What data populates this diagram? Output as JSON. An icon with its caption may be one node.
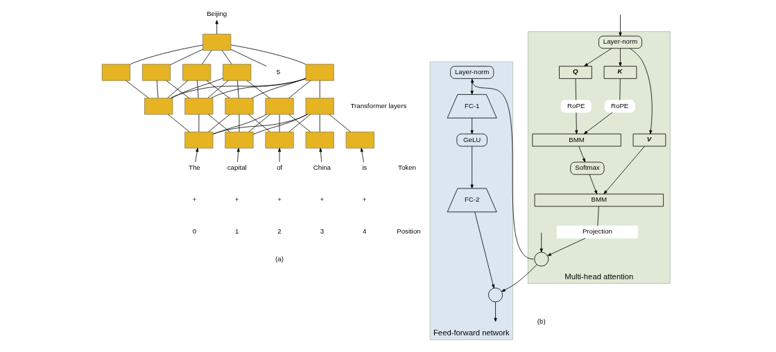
{
  "diagram": {
    "nodes": [
      {
        "text": [
          "Beijing"
        ]
      },
      {
        "text": [],
        "shape": "box"
      },
      {
        "text": [
          "5"
        ]
      },
      {
        "text": [],
        "shape": "box"
      },
      {
        "text": [],
        "shape": "box"
      },
      {
        "text": [],
        "shape": "box"
      },
      {
        "text": [],
        "shape": "box"
      },
      {
        "text": [],
        "shape": "box"
      },
      {
        "text": [],
        "shape": "box"
      },
      {
        "text": [],
        "shape": "box"
      },
      {
        "text": [],
        "shape": "box"
      },
      {
        "text": [],
        "shape": "box"
      },
      {
        "text": [],
        "shape": "box"
      },
      {
        "text": [],
        "shape": "box"
      },
      {
        "text": [],
        "shape": "box"
      },
      {
        "text": [],
        "shape": "box"
      },
      {
        "text": [],
        "shape": "box"
      },
      {
        "text": [],
        "shape": "box"
      },
      {
        "text": [
          "The"
        ]
      },
      {
        "text": [
          "capital"
        ]
      },
      {
        "text": [
          "of"
        ]
      },
      {
        "text": [
          "China"
        ]
      },
      {
        "text": [
          "is"
        ]
      },
      {
        "text": [
          "Multi-head attention"
        ]
      },
      {
        "text": [
          "Layer-norm"
        ],
        "in": 23
      },
      {
        "text": [
          "Q"
        ],
        "in": 23
      },
      {
        "text": [
          "K"
        ],
        "in": 23
      },
      {
        "text": [
          "V"
        ],
        "in": 23
      },
      {
        "text": [
          "RoPE"
        ],
        "in": 23
      },
      {
        "text": [
          "RoPE"
        ],
        "in": 23
      },
      {
        "text": [
          "BMM"
        ],
        "in": 23
      },
      {
        "text": [
          "Softmax"
        ],
        "in": 23
      },
      {
        "text": [
          "BMM"
        ],
        "in": 23
      },
      {
        "text": [
          "Projection"
        ],
        "in": 23
      },
      {
        "text": [],
        "shape": "circle",
        "in": 23
      },
      {
        "text": [
          "Feed-forward network"
        ]
      },
      {
        "text": [
          "Layer-norm"
        ],
        "in": 35
      },
      {
        "text": [
          "FC-1"
        ],
        "in": 35
      },
      {
        "text": [
          "GeLU"
        ],
        "in": 35
      },
      {
        "text": [
          "FC-2"
        ],
        "in": 35
      },
      {
        "text": [],
        "shape": "circle",
        "in": 35
      }
    ],
    "edges": [
      {
        "from": 1,
        "to": 0,
        "arrow": "to"
      },
      {
        "from": 2,
        "to": 1,
        "arrow": "none"
      },
      {
        "from": 3,
        "to": 1,
        "arrow": "none"
      },
      {
        "from": 4,
        "to": 1,
        "arrow": "none"
      },
      {
        "from": 5,
        "to": 1,
        "arrow": "none"
      },
      {
        "from": 6,
        "to": 1,
        "arrow": "none"
      },
      {
        "from": 7,
        "to": 1,
        "arrow": "none"
      },
      {
        "from": 8,
        "to": 3,
        "arrow": "none"
      },
      {
        "from": 8,
        "to": 4,
        "arrow": "none"
      },
      {
        "from": 8,
        "to": 5,
        "arrow": "none"
      },
      {
        "from": 8,
        "to": 6,
        "arrow": "none"
      },
      {
        "from": 8,
        "to": 7,
        "arrow": "none"
      },
      {
        "from": 9,
        "to": 4,
        "arrow": "none"
      },
      {
        "from": 9,
        "to": 5,
        "arrow": "none"
      },
      {
        "from": 9,
        "to": 6,
        "arrow": "none"
      },
      {
        "from": 9,
        "to": 7,
        "arrow": "none"
      },
      {
        "from": 10,
        "to": 5,
        "arrow": "none"
      },
      {
        "from": 10,
        "to": 6,
        "arrow": "none"
      },
      {
        "from": 10,
        "to": 7,
        "arrow": "none"
      },
      {
        "from": 11,
        "to": 6,
        "arrow": "none"
      },
      {
        "from": 11,
        "to": 7,
        "arrow": "none"
      },
      {
        "from": 12,
        "to": 7,
        "arrow": "none"
      },
      {
        "from": 13,
        "to": 8,
        "arrow": "none"
      },
      {
        "from": 13,
        "to": 9,
        "arrow": "none"
      },
      {
        "from": 13,
        "to": 10,
        "arrow": "none"
      },
      {
        "from": 13,
        "to": 11,
        "arrow": "none"
      },
      {
        "from": 13,
        "to": 12,
        "arrow": "none"
      },
      {
        "from": 14,
        "to": 9,
        "arrow": "none"
      },
      {
        "from": 14,
        "to": 10,
        "arrow": "none"
      },
      {
        "from": 14,
        "to": 11,
        "arrow": "none"
      },
      {
        "from": 14,
        "to": 12,
        "arrow": "none"
      },
      {
        "from": 15,
        "to": 10,
        "arrow": "none"
      },
      {
        "from": 15,
        "to": 11,
        "arrow": "none"
      },
      {
        "from": 15,
        "to": 12,
        "arrow": "none"
      },
      {
        "from": 16,
        "to": 11,
        "arrow": "none"
      },
      {
        "from": 16,
        "to": 12,
        "arrow": "none"
      },
      {
        "from": 17,
        "to": 12,
        "arrow": "none"
      },
      {
        "from": 18,
        "to": 13,
        "arrow": "to"
      },
      {
        "from": 19,
        "to": 14,
        "arrow": "to"
      },
      {
        "from": 20,
        "to": 15,
        "arrow": "to"
      },
      {
        "from": 21,
        "to": 16,
        "arrow": "to"
      },
      {
        "from": 22,
        "to": 17,
        "arrow": "to"
      },
      {
        "from": null,
        "to": 24,
        "arrow": "to"
      },
      {
        "from": 24,
        "to": 25,
        "arrow": "to"
      },
      {
        "from": 24,
        "to": 26,
        "arrow": "to"
      },
      {
        "from": 24,
        "to": 27,
        "arrow": "to"
      },
      {
        "from": 25,
        "to": 28,
        "arrow": "none"
      },
      {
        "from": 26,
        "to": 29,
        "arrow": "none"
      },
      {
        "from": 28,
        "to": 30,
        "arrow": "to"
      },
      {
        "from": 29,
        "to": 30,
        "arrow": "to"
      },
      {
        "from": 30,
        "to": 31,
        "arrow": "to"
      },
      {
        "from": 31,
        "to": 32,
        "arrow": "to"
      },
      {
        "from": 27,
        "to": 32,
        "arrow": "to"
      },
      {
        "from": 32,
        "to": 33,
        "arrow": "none"
      },
      {
        "from": 33,
        "to": 34,
        "arrow": "to"
      },
      {
        "from": null,
        "to": 34,
        "arrow": "to"
      },
      {
        "from": 34,
        "to": 36,
        "arrow": "to"
      },
      {
        "from": 34,
        "to": 40,
        "arrow": "to"
      },
      {
        "from": 36,
        "to": 37,
        "arrow": "to"
      },
      {
        "from": 37,
        "to": 38,
        "arrow": "to"
      },
      {
        "from": 38,
        "to": 39,
        "arrow": "to"
      },
      {
        "from": 39,
        "to": 40,
        "arrow": "to"
      },
      {
        "from": 40,
        "to": null,
        "arrow": "to"
      }
    ],
    "labels": [
      "Transformer layers",
      "Token",
      "+",
      "+",
      "+",
      "+",
      "+",
      "0",
      "1",
      "2",
      "3",
      "4",
      "Position",
      "(a)",
      "(b)"
    ]
  }
}
